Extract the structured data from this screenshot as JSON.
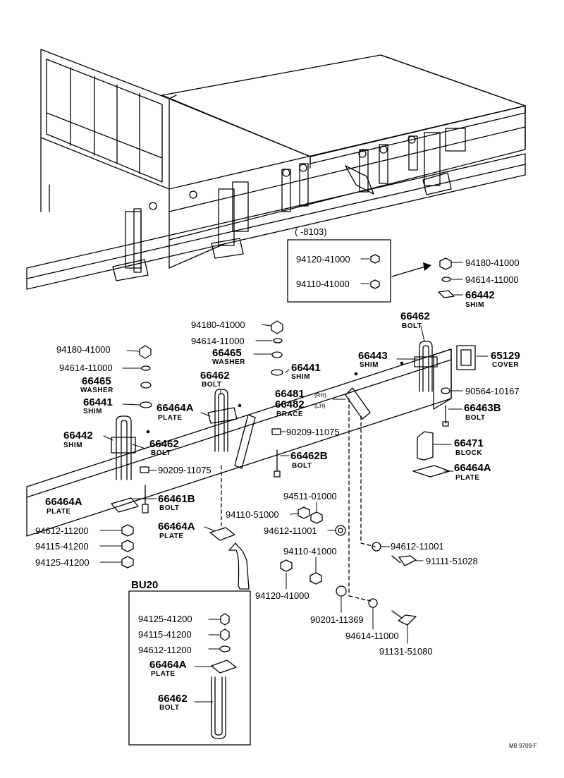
{
  "figure_code": "MB 9709-F",
  "top_bracket_text": "(      -8103)",
  "bu20_label": "BU20",
  "parts": {
    "p_94180_top": "94180-41000",
    "p_94614_top": "94614-11000",
    "p_66465_top": "66465",
    "p_66465_top_sub": "WASHER",
    "p_66441_top": "66441",
    "p_66441_top_sub": "SHIM",
    "p_94180_left": "94180-41000",
    "p_94614_left": "94614-11000",
    "p_66465_left": "66465",
    "p_66465_left_sub": "WASHER",
    "p_66441_left": "66441",
    "p_66441_left_sub": "SHIM",
    "p_66462_mid": "66462",
    "p_66462_mid_sub": "BOLT",
    "p_66464a_mid": "66464A",
    "p_66464a_mid_sub": "PLATE",
    "p_66442_left": "66442",
    "p_66442_left_sub": "SHIM",
    "p_66462_left": "66462",
    "p_66462_left_sub": "BOLT",
    "p_90209_left": "90209-11075",
    "p_66464a_low": "66464A",
    "p_66464a_low_sub": "PLATE",
    "p_66461b": "66461B",
    "p_66461b_sub": "BOLT",
    "p_94612_left": "94612-11200",
    "p_94115_left": "94115-41200",
    "p_94125_left": "94125-41200",
    "p_66464a_btm": "66464A",
    "p_66464a_btm_sub": "PLATE",
    "p_66481": "66481",
    "p_66481_side": "(RH)",
    "p_66482": "66482",
    "p_66482_side": "(LH)",
    "p_66482_sub": "BRACE",
    "p_90209_mid": "90209-11075",
    "p_66462b": "66462B",
    "p_66462b_sub": "BOLT",
    "p_94511": "94511-01000",
    "p_94110_51000": "94110-51000",
    "p_94612_11001_a": "94612-11001",
    "p_94110_41000_mid": "94110-41000",
    "p_94120_low": "94120-41000",
    "p_94612_11001_b": "94612-11001",
    "p_91111": "91111-51028",
    "p_90201": "90201-11369",
    "p_94614_low": "94614-11000",
    "p_91131": "91131-51080",
    "p_66462_right": "66462",
    "p_66462_right_sub": "BOLT",
    "p_66443": "66443",
    "p_66443_sub": "SHIM",
    "p_65129": "65129",
    "p_65129_sub": "COVER",
    "p_90564": "90564-10167",
    "p_66463b": "66463B",
    "p_66463b_sub": "BOLT",
    "p_66471": "66471",
    "p_66471_sub": "BLOCK",
    "p_66464a_right": "66464A",
    "p_66464a_right_sub": "PLATE",
    "p_box_94120": "94120-41000",
    "p_box_94110": "94110-41000",
    "p_out_94180": "94180-41000",
    "p_out_94614": "94614-11000",
    "p_out_66442": "66442",
    "p_out_66442_sub": "SHIM",
    "p_bu_94125": "94125-41200",
    "p_bu_94115": "94115-41200",
    "p_bu_94612": "94612-11200",
    "p_bu_66464a": "66464A",
    "p_bu_66464a_sub": "PLATE",
    "p_bu_66462": "66462",
    "p_bu_66462_sub": "BOLT"
  }
}
